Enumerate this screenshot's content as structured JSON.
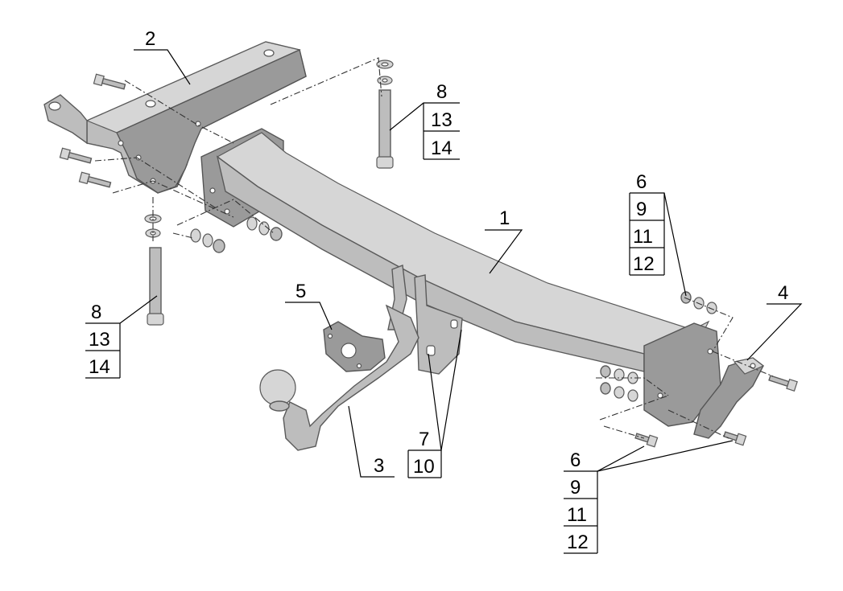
{
  "callouts": {
    "c1": "1",
    "c2": "2",
    "c3": "3",
    "c4": "4",
    "c5": "5",
    "c6_top": "6",
    "c9_top": "9",
    "c11_top": "11",
    "c12_top": "12",
    "c8_top": "8",
    "c13_top": "13",
    "c14_top": "14",
    "c8_left": "8",
    "c13_left": "13",
    "c14_left": "14",
    "c7": "7",
    "c10": "10",
    "c6_bottom": "6",
    "c9_bottom": "9",
    "c11_bottom": "11",
    "c12_bottom": "12"
  }
}
